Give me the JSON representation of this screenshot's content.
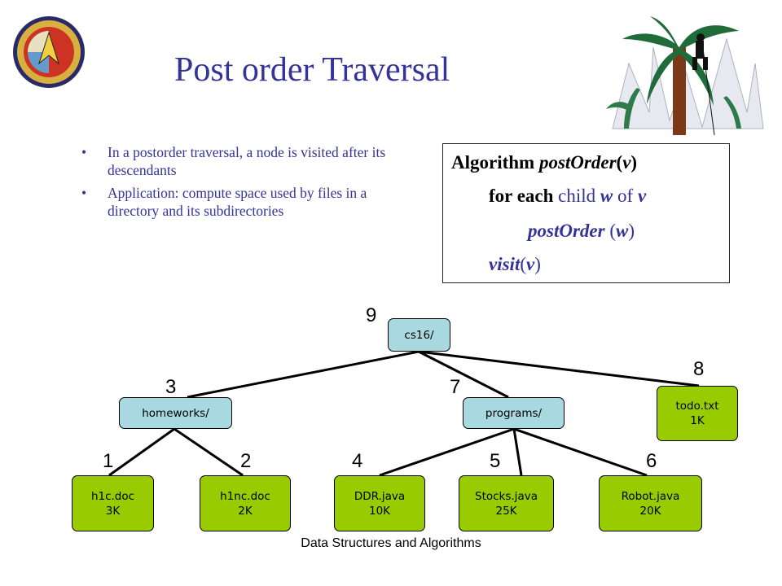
{
  "slide": {
    "title": "Post order Traversal",
    "footer": "Data Structures and Algorithms"
  },
  "bullets": [
    "In a postorder traversal, a node is visited after its descendants",
    "Application: compute space used by files in a directory and its subdirectories"
  ],
  "algorithm": {
    "line1_kw": "Algorithm",
    "line1_fn": "postOrder",
    "line1_arg": "v",
    "line2_for": "for each",
    "line2_child": "child",
    "line2_w": "w",
    "line2_of": "of",
    "line2_v": "v",
    "line3_fn": "postOrder",
    "line3_arg": "w",
    "line4_fn": "visit",
    "line4_arg": "v"
  },
  "tree": {
    "colors": {
      "directory": "#a8d8e0",
      "file": "#99cc00"
    },
    "nodes": [
      {
        "id": "cs16",
        "lines": [
          "cs16/"
        ],
        "order": "9",
        "kind": "directory"
      },
      {
        "id": "homeworks",
        "lines": [
          "homeworks/"
        ],
        "order": "3",
        "kind": "directory"
      },
      {
        "id": "programs",
        "lines": [
          "programs/"
        ],
        "order": "7",
        "kind": "directory"
      },
      {
        "id": "todo",
        "lines": [
          "todo.txt",
          "1K"
        ],
        "order": "8",
        "kind": "file"
      },
      {
        "id": "h1c",
        "lines": [
          "h1c.doc",
          "3K"
        ],
        "order": "1",
        "kind": "file"
      },
      {
        "id": "h1nc",
        "lines": [
          "h1nc.doc",
          "2K"
        ],
        "order": "2",
        "kind": "file"
      },
      {
        "id": "ddr",
        "lines": [
          "DDR.java",
          "10K"
        ],
        "order": "4",
        "kind": "file"
      },
      {
        "id": "stocks",
        "lines": [
          "Stocks.java",
          "25K"
        ],
        "order": "5",
        "kind": "file"
      },
      {
        "id": "robot",
        "lines": [
          "Robot.java",
          "20K"
        ],
        "order": "6",
        "kind": "file"
      }
    ],
    "edges": [
      [
        "cs16",
        "homeworks"
      ],
      [
        "cs16",
        "programs"
      ],
      [
        "cs16",
        "todo"
      ],
      [
        "homeworks",
        "h1c"
      ],
      [
        "homeworks",
        "h1nc"
      ],
      [
        "programs",
        "ddr"
      ],
      [
        "programs",
        "stocks"
      ],
      [
        "programs",
        "robot"
      ]
    ]
  }
}
